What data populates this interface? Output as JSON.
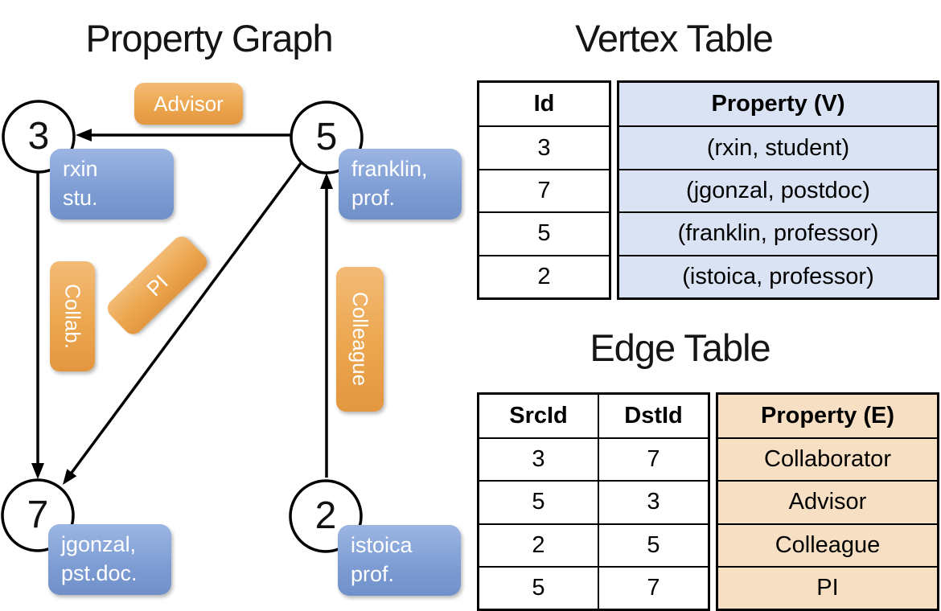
{
  "graph": {
    "title": "Property Graph",
    "nodes": [
      {
        "id": "3",
        "label_lines": [
          "rxin",
          "stu."
        ]
      },
      {
        "id": "5",
        "label_lines": [
          "franklin,",
          "prof."
        ]
      },
      {
        "id": "7",
        "label_lines": [
          "jgonzal,",
          "pst.doc."
        ]
      },
      {
        "id": "2",
        "label_lines": [
          "istoica",
          "prof."
        ]
      }
    ],
    "edges": [
      {
        "label": "Advisor"
      },
      {
        "label": "Collab."
      },
      {
        "label": "PI"
      },
      {
        "label": "Colleague"
      }
    ]
  },
  "vertex_table": {
    "title": "Vertex Table",
    "columns": [
      "Id",
      "Property (V)"
    ],
    "rows": [
      [
        "3",
        "(rxin, student)"
      ],
      [
        "7",
        "(jgonzal, postdoc)"
      ],
      [
        "5",
        "(franklin, professor)"
      ],
      [
        "2",
        "(istoica, professor)"
      ]
    ]
  },
  "edge_table": {
    "title": "Edge Table",
    "columns": [
      "SrcId",
      "DstId",
      "Property (E)"
    ],
    "rows": [
      [
        "3",
        "7",
        "Collaborator"
      ],
      [
        "5",
        "3",
        "Advisor"
      ],
      [
        "2",
        "5",
        "Colleague"
      ],
      [
        "5",
        "7",
        "PI"
      ]
    ]
  },
  "colors": {
    "edge_label_orange": "#eca64e",
    "vertex_label_blue": "#7d9cd3",
    "vertex_property_fill": "#dae3f3",
    "edge_property_fill": "#f6dfc2",
    "line_black": "#000000"
  }
}
